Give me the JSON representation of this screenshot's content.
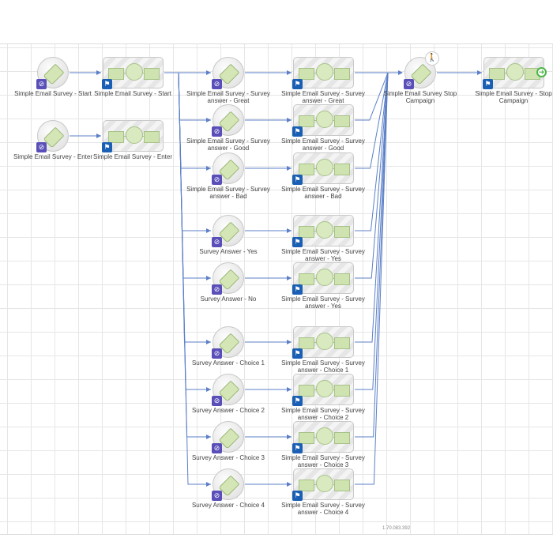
{
  "entry_nodes": [
    {
      "label": "Simple Email Survey - Start",
      "icon": "tag-icon"
    },
    {
      "label": "Simple Email Survey - Enter",
      "icon": "tag-icon"
    }
  ],
  "entry_actions": [
    {
      "label": "Simple Email Survey - Start",
      "icon": "wait-action-icon"
    },
    {
      "label": "Simple Email Survey - Enter",
      "icon": "wait-action-icon"
    }
  ],
  "answer_nodes": [
    {
      "label": "Simple Email Survey - Survey answer - Great"
    },
    {
      "label": "Simple Email Survey - Survey answer - Good"
    },
    {
      "label": "Simple Email Survey - Survey answer - Bad"
    },
    {
      "label": "Survey Answer - Yes"
    },
    {
      "label": "Survey Answer - No"
    },
    {
      "label": "Survey Answer - Choice 1"
    },
    {
      "label": "Survey Answer - Choice 2"
    },
    {
      "label": "Survey Answer - Choice 3"
    },
    {
      "label": "Survey Answer - Choice 4"
    }
  ],
  "answer_actions": [
    {
      "label": "Simple Email Survey - Survey answer - Great"
    },
    {
      "label": "Simple Email Survey - Survey answer - Good"
    },
    {
      "label": "Simple Email Survey - Survey answer - Bad"
    },
    {
      "label": "Simple Email Survey - Survey answer - Yes"
    },
    {
      "label": "Simple Email Survey - Survey answer - Yes"
    },
    {
      "label": "Simple Email Survey - Survey answer - Choice 1"
    },
    {
      "label": "Simple Email Survey - Survey answer - Choice 2"
    },
    {
      "label": "Simple Email Survey - Survey answer - Choice 3"
    },
    {
      "label": "Simple Email Survey - Survey answer - Choice 4"
    }
  ],
  "stop_node": {
    "label": "Simple Email Survey Stop Campaign"
  },
  "stop_action": {
    "label": "Simple Email Survey - Stop Campaign"
  },
  "version": "1.70.083.392",
  "colors": {
    "edge": "#5b7fc7",
    "tag_badge": "#5a4fb8",
    "flag_badge": "#1a5fb4",
    "exit": "#4cb648"
  }
}
